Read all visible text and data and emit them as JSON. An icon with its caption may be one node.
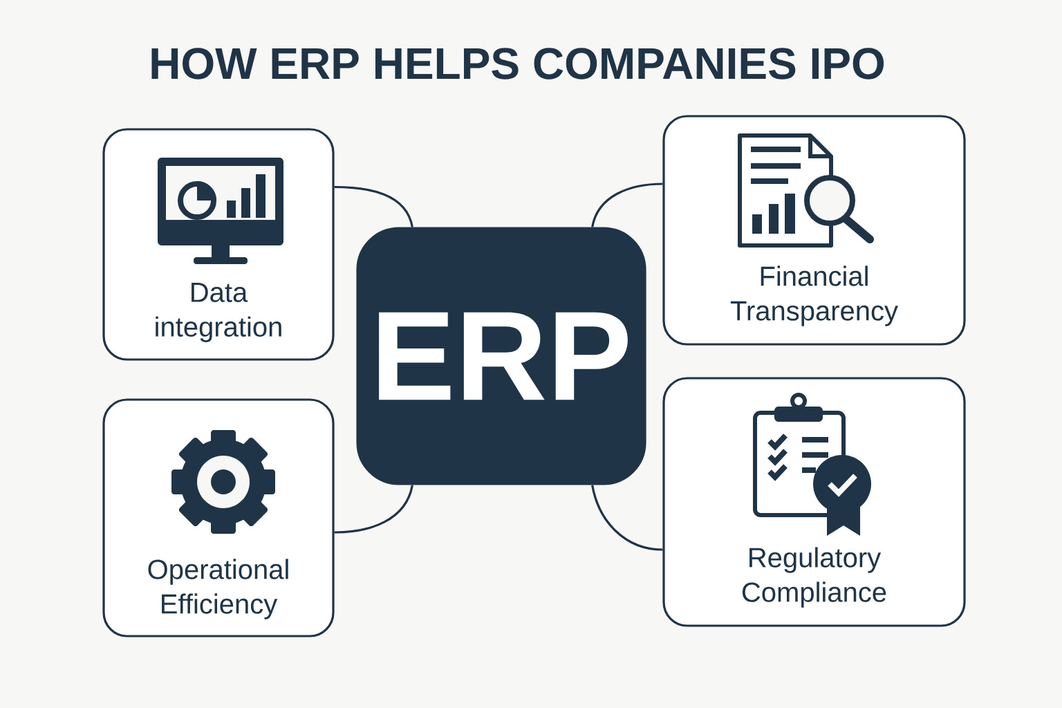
{
  "diagram": {
    "title": "HOW ERP HELPS COMPANIES IPO",
    "nodes": [
      {
        "text": [
          "Data integration"
        ]
      },
      {
        "text": [
          "Financial Transparency"
        ]
      },
      {
        "text": [
          "ERP"
        ]
      },
      {
        "text": [
          "Operational Efficiency"
        ]
      },
      {
        "text": [
          "Regulatory Compliance"
        ]
      }
    ],
    "edges": [
      {
        "from": 2,
        "to": 0,
        "arrow": "none"
      },
      {
        "from": 2,
        "to": 1,
        "arrow": "none"
      },
      {
        "from": 2,
        "to": 3,
        "arrow": "none"
      },
      {
        "from": 2,
        "to": 4,
        "arrow": "none"
      }
    ]
  }
}
